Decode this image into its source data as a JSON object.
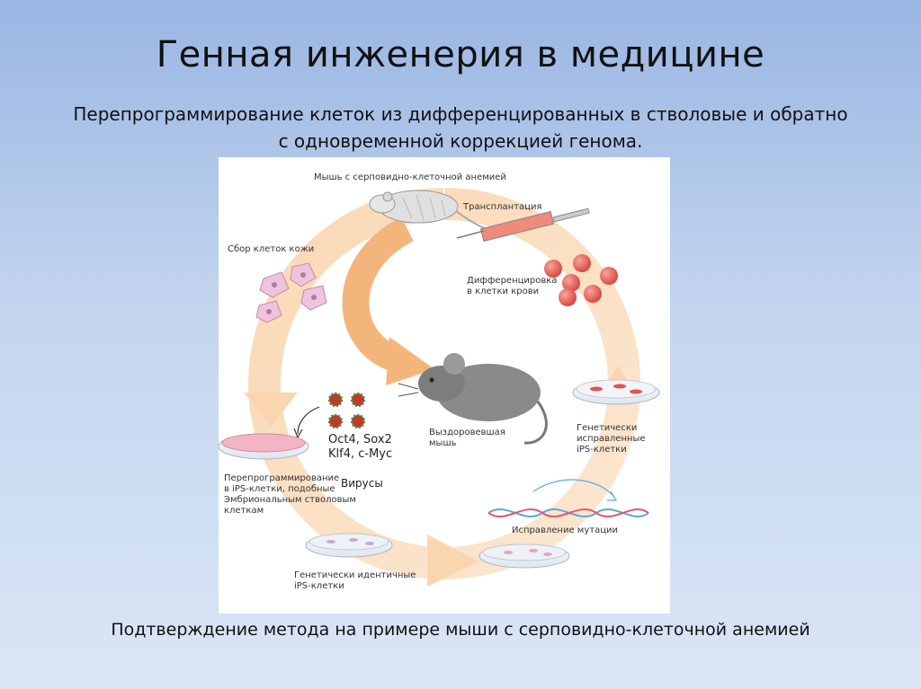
{
  "slide": {
    "title": "Генная инженерия в медицине",
    "subtitle_line1": "Перепрограммирование клеток из дифференцированных в стволовые и обратно",
    "subtitle_line2": "с одновременной коррекцией генома.",
    "caption": "Подтверждение метода на примере мыши с серповидно-клеточной анемией"
  },
  "diagram": {
    "top_label": "Мышь с серповидно-клеточной анемией",
    "transplant": "Трансплантация",
    "skin_cells": "Сбор клеток кожи",
    "differentiation_line1": "Дифференцировка",
    "differentiation_line2": "в клетки крови",
    "recovered_line1": "Выздоровевшая",
    "recovered_line2": "мышь",
    "corrected_line1": "Генетически",
    "corrected_line2": "исправленные",
    "corrected_line3": "iPS-клетки",
    "factors_line1": "Oct4, Sox2",
    "factors_line2": "Klf4, c-Myc",
    "viruses": "Вирусы",
    "reprog_line1": "Перепрограммирование",
    "reprog_line2": "в iPS-клетки, подобные",
    "reprog_line3": "Эмбриональным стволовым",
    "reprog_line4": "клеткам",
    "mutation_fix": "Исправление мутации",
    "identical_line1": "Генетически идентичные",
    "identical_line2": "iPS-клетки"
  },
  "colors": {
    "arrow": "#f6c08a",
    "blood_cell": "#e2554d",
    "dish_fill": "#f3b5c4",
    "skin_cell": "#e6b0d0"
  }
}
